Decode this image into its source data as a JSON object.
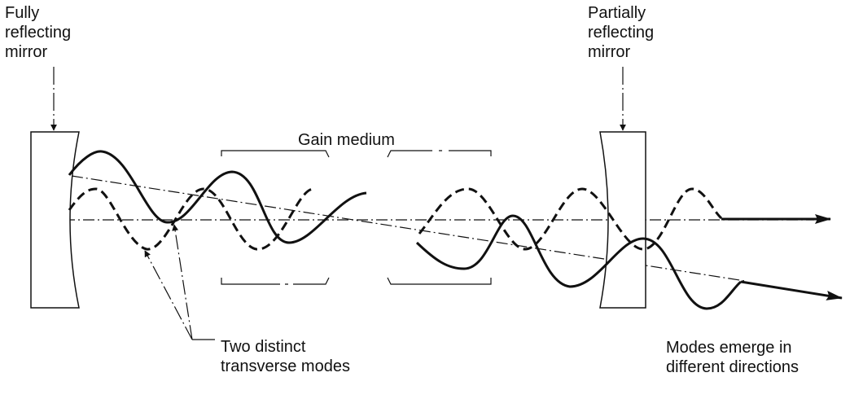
{
  "labels": {
    "fully_reflecting_mirror": "Fully\nreflecting\nmirror",
    "partially_reflecting_mirror": "Partially\nreflecting\nmirror",
    "gain_medium": "Gain medium",
    "two_modes": "Two distinct\ntransverse modes",
    "modes_emerge": "Modes emerge in\ndifferent directions"
  },
  "colors": {
    "ink": "#111111",
    "background": "#ffffff"
  }
}
